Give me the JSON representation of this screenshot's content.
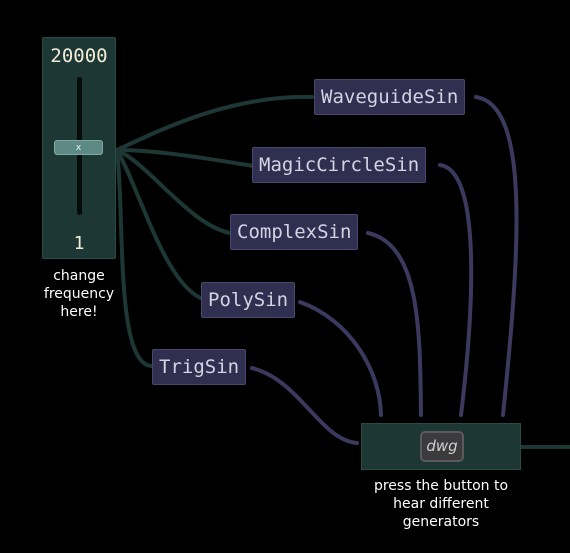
{
  "slider": {
    "max_label": "20000",
    "min_label": "1",
    "thumb_label": "x"
  },
  "captions": {
    "frequency": "change\nfrequency\nhere!",
    "button": "press the button to\nhear different\ngenerators"
  },
  "generators": [
    {
      "id": "waveguide",
      "label": "WaveguideSin"
    },
    {
      "id": "magiccircle",
      "label": "MagicCircleSin"
    },
    {
      "id": "complex",
      "label": "ComplexSin"
    },
    {
      "id": "poly",
      "label": "PolySin"
    },
    {
      "id": "trig",
      "label": "TrigSin"
    }
  ],
  "switch": {
    "button_label": "dwg"
  },
  "colors": {
    "background": "#000000",
    "panel": "#1d3834",
    "generator_box": "#302f4f",
    "wire_green": "#1d3834",
    "wire_purple": "#3b3a5e"
  }
}
